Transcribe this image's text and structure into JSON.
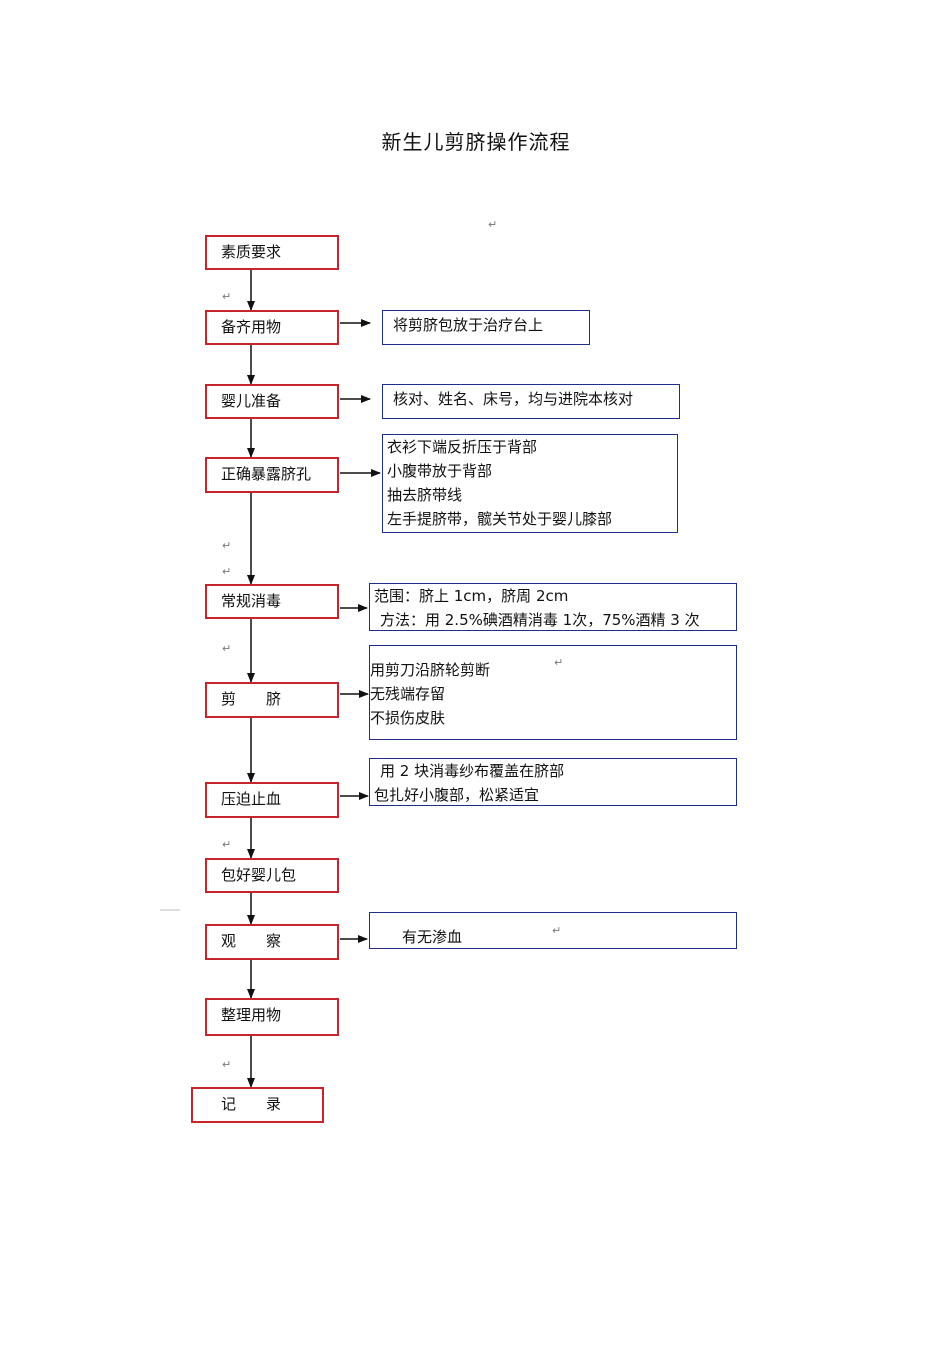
{
  "title": "新生儿剪脐操作流程",
  "steps": [
    "素质要求",
    "备齐用物",
    "婴儿准备",
    "正确暴露脐孔",
    "常规消毒",
    "剪　　脐",
    "压迫止血",
    "包好婴儿包",
    "观　　察",
    "整理用物",
    "记　　录"
  ],
  "notes": {
    "prepare_items": [
      "将剪脐包放于治疗台上"
    ],
    "prepare_baby": [
      "核对、姓名、床号，均与进院本核对"
    ],
    "expose_navel": [
      "衣衫下端反折压于背部",
      "小腹带放于背部",
      "抽去脐带线",
      "左手提脐带，髋关节处于婴儿膝部"
    ],
    "disinfect": [
      "范围：脐上 1cm，脐周 2cm",
      "方法：用 2.5%碘酒精消毒 1次，75%酒精 3 次"
    ],
    "cut": [
      "用剪刀沿脐轮剪断",
      "无残端存留",
      "不损伤皮肤"
    ],
    "hemostasis": [
      "用 2 块消毒纱布覆盖在脐部",
      "包扎好小腹部，松紧适宜"
    ],
    "observe": [
      "有无渗血"
    ]
  },
  "colors": {
    "step_border": "#c8242b",
    "note_border": "#1f2d8c"
  }
}
